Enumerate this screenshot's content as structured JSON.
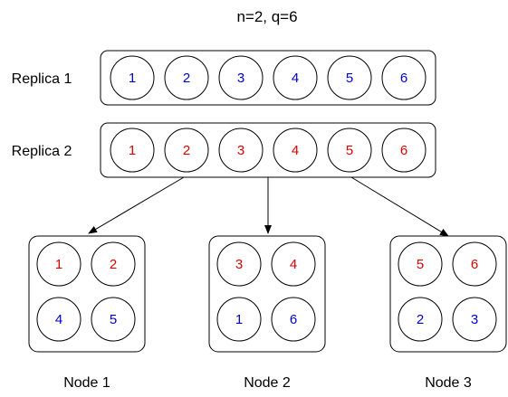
{
  "title": "n=2, q=6",
  "colors": {
    "replica1": "#0000CC",
    "replica2": "#DD0000"
  },
  "replicas": [
    {
      "label": "Replica 1",
      "partitions": [
        "1",
        "2",
        "3",
        "4",
        "5",
        "6"
      ],
      "color_key": "replica1"
    },
    {
      "label": "Replica 2",
      "partitions": [
        "1",
        "2",
        "3",
        "4",
        "5",
        "6"
      ],
      "color_key": "replica2"
    }
  ],
  "nodes": [
    {
      "label": "Node 1",
      "cells": [
        {
          "text": "1",
          "color_key": "replica2"
        },
        {
          "text": "2",
          "color_key": "replica2"
        },
        {
          "text": "4",
          "color_key": "replica1"
        },
        {
          "text": "5",
          "color_key": "replica1"
        }
      ]
    },
    {
      "label": "Node 2",
      "cells": [
        {
          "text": "3",
          "color_key": "replica2"
        },
        {
          "text": "4",
          "color_key": "replica2"
        },
        {
          "text": "1",
          "color_key": "replica1"
        },
        {
          "text": "6",
          "color_key": "replica1"
        }
      ]
    },
    {
      "label": "Node 3",
      "cells": [
        {
          "text": "5",
          "color_key": "replica2"
        },
        {
          "text": "6",
          "color_key": "replica2"
        },
        {
          "text": "2",
          "color_key": "replica1"
        },
        {
          "text": "3",
          "color_key": "replica1"
        }
      ]
    }
  ]
}
